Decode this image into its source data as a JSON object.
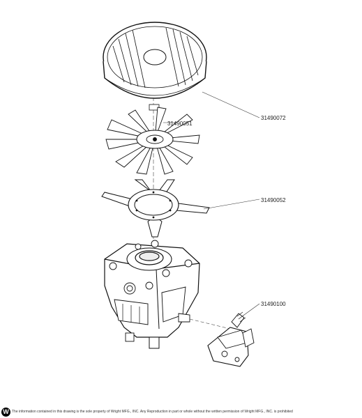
{
  "callouts": [
    {
      "id": "fan-cover",
      "part_number": "31490072"
    },
    {
      "id": "fan",
      "part_number": "31490051"
    },
    {
      "id": "gasket",
      "part_number": "31490052"
    },
    {
      "id": "bracket",
      "part_number": "31490100"
    }
  ],
  "footer": {
    "logo_letter": "W",
    "text": "The information contained in this drawing is the sole property of Wright MFG., INC. Any Reproduction in part or whole without the written permission of Wright MFG., INC. is prohibited"
  }
}
